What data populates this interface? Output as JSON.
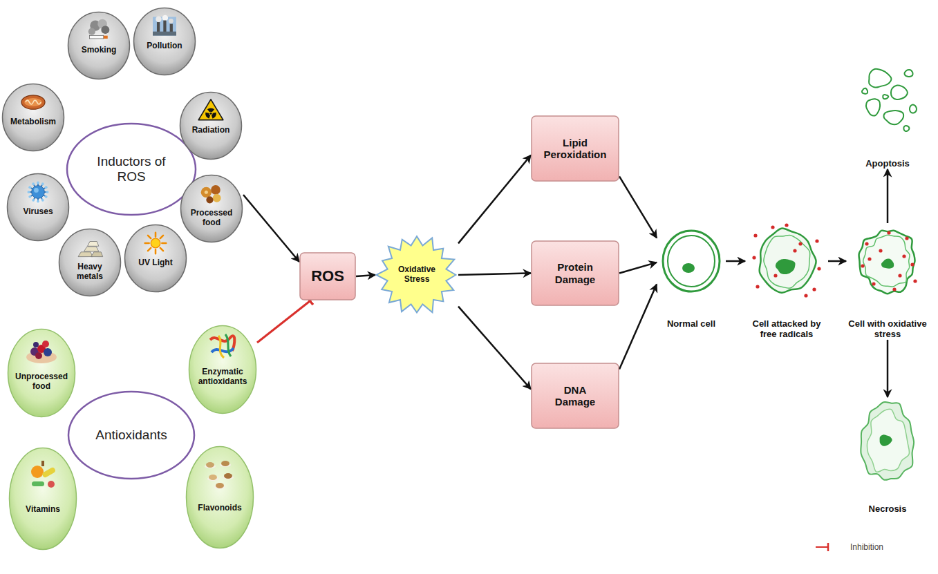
{
  "diagram": {
    "nodes": [
      {
        "text": [
          "Inductors of ROS"
        ]
      },
      {
        "text": [
          "Metabolism"
        ]
      },
      {
        "text": [
          "Smoking"
        ]
      },
      {
        "text": [
          "Pollution"
        ]
      },
      {
        "text": [
          "Radiation"
        ]
      },
      {
        "text": [
          "Processed food"
        ]
      },
      {
        "text": [
          "UV Light"
        ]
      },
      {
        "text": [
          "Heavy metals"
        ]
      },
      {
        "text": [
          "Viruses"
        ]
      },
      {
        "text": [
          "Antioxidants"
        ]
      },
      {
        "text": [
          "Unprocessed food"
        ]
      },
      {
        "text": [
          "Enzymatic antioxidants"
        ]
      },
      {
        "text": [
          "Vitamins"
        ]
      },
      {
        "text": [
          "Flavonoids"
        ]
      },
      {
        "text": [
          "ROS"
        ]
      },
      {
        "text": [
          "Oxidative Stress"
        ]
      },
      {
        "text": [
          "Lipid Peroxidation"
        ]
      },
      {
        "text": [
          "Protein Damage"
        ]
      },
      {
        "text": [
          "DNA Damage"
        ]
      },
      {
        "text": [
          "Normal cell"
        ]
      },
      {
        "text": [
          "Cell attacked by free radicals"
        ]
      },
      {
        "text": [
          "Cell with oxidative stress"
        ]
      },
      {
        "text": [
          "Apoptosis"
        ]
      },
      {
        "text": [
          "Necrosis"
        ]
      }
    ],
    "edges": [
      {
        "from": 5,
        "to": 14,
        "arrow": "to"
      },
      {
        "from": 11,
        "to": 14,
        "arrow": "to"
      },
      {
        "from": 14,
        "to": 15,
        "arrow": "to"
      },
      {
        "from": 15,
        "to": 16,
        "arrow": "to"
      },
      {
        "from": 15,
        "to": 17,
        "arrow": "to"
      },
      {
        "from": 15,
        "to": 18,
        "arrow": "to"
      },
      {
        "from": 16,
        "to": 19,
        "arrow": "to"
      },
      {
        "from": 17,
        "to": 19,
        "arrow": "to"
      },
      {
        "from": 18,
        "to": 19,
        "arrow": "to"
      },
      {
        "from": 19,
        "to": 20,
        "arrow": "to"
      },
      {
        "from": 20,
        "to": 21,
        "arrow": "to"
      },
      {
        "from": 21,
        "to": 22,
        "arrow": "to"
      },
      {
        "from": 21,
        "to": 23,
        "arrow": "to"
      }
    ],
    "legend": [
      {
        "text": "Inhibition"
      }
    ]
  }
}
